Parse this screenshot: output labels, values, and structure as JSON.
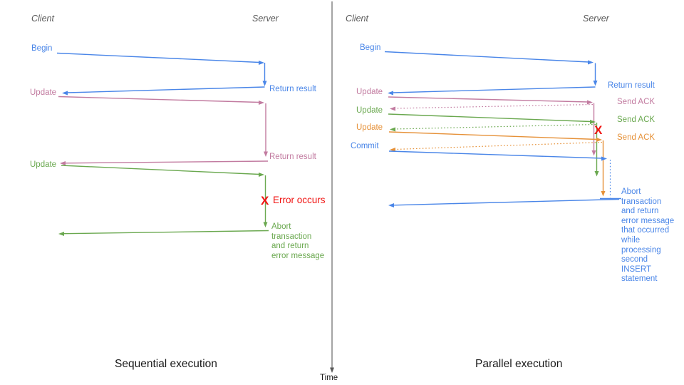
{
  "colors": {
    "blue": "#4a86e8",
    "pink": "#c27ba0",
    "green": "#6aa84f",
    "orange": "#e69138",
    "red": "#f01311",
    "axis": "#595959",
    "heading": "#595959",
    "caption": "#1a1a1a"
  },
  "time_axis": {
    "label": "Time"
  },
  "left_panel": {
    "client_header": "Client",
    "server_header": "Server",
    "caption": "Sequential execution",
    "messages": {
      "begin": "Begin",
      "return_result_1": "Return result",
      "update_1": "Update",
      "return_result_2": "Return result",
      "update_2": "Update",
      "error_x": "X",
      "error_label": "Error occurs",
      "abort_note": "Abort\ntransaction\nand return\nerror message"
    }
  },
  "right_panel": {
    "client_header": "Client",
    "server_header": "Server",
    "caption": "Parallel execution",
    "messages": {
      "begin": "Begin",
      "return_result": "Return result",
      "update_1": "Update",
      "send_ack_1": "Send ACK",
      "update_2": "Update",
      "send_ack_2": "Send ACK",
      "update_3": "Update",
      "send_ack_3": "Send ACK",
      "commit": "Commit",
      "error_x": "X",
      "abort_note": "Abort\ntransaction\nand return\nerror message\nthat occurred\nwhile\nprocessing\nsecond\nINSERT\nstatement"
    }
  }
}
